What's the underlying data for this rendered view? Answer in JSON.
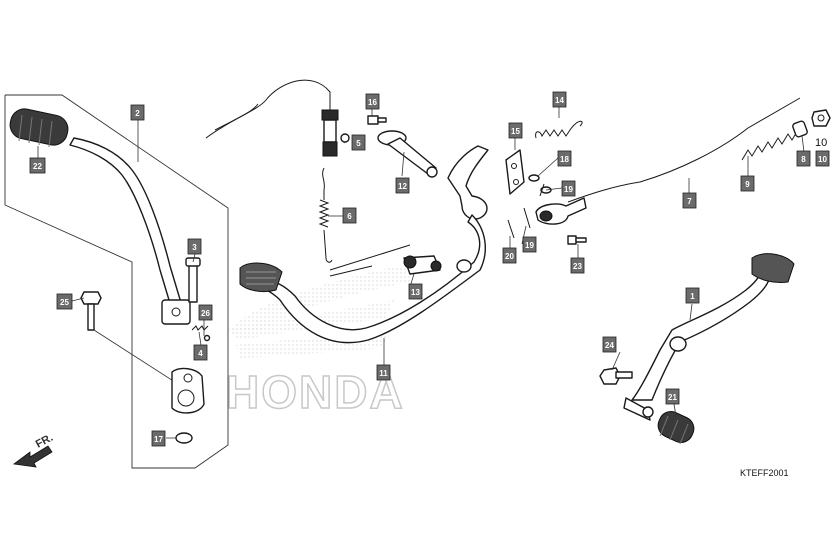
{
  "diagram_code": "KTEFF2001",
  "direction_label": "FR.",
  "watermark_text": "HONDA",
  "callouts": [
    "1",
    "2",
    "3",
    "4",
    "5",
    "6",
    "7",
    "8",
    "9",
    "10",
    "11",
    "12",
    "13",
    "14",
    "15",
    "16",
    "17",
    "18",
    "19",
    "19",
    "20",
    "21",
    "22",
    "23",
    "24",
    "25",
    "26"
  ],
  "plain_number_label": "10"
}
